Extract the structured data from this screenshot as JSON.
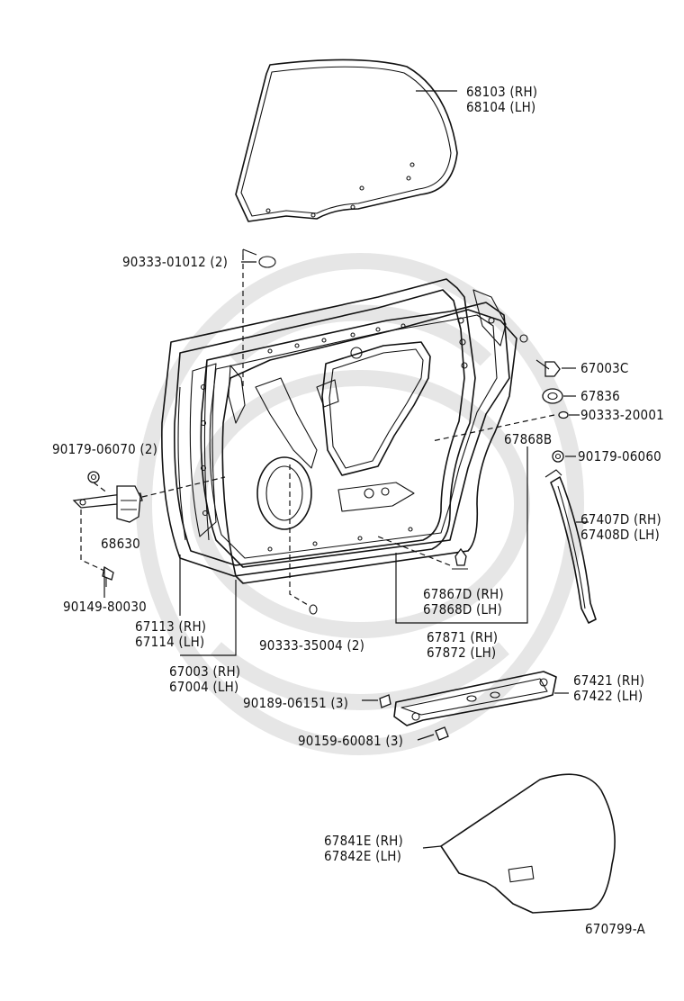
{
  "diagram": {
    "drawing_code": "670799-A",
    "parts": {
      "glass": [
        "68103 (RH)",
        "68104 (LH)"
      ],
      "plug_top": "90333-01012 (2)",
      "plug_right": "90333-20001",
      "grommet": "67003C",
      "seal_ring": "67836",
      "weatherstrip_b": "67868B",
      "nut_right": "90179-06060",
      "nut_left": "90179-06070 (2)",
      "check": "68630",
      "bolt_check": "90149-80030",
      "hinge_weather": [
        "67113 (RH)",
        "67114 (LH)"
      ],
      "door_panel": [
        "67003 (RH)",
        "67004 (LH)"
      ],
      "plug_bottom": "90333-35004 (2)",
      "clip": [
        "67867D (RH)",
        "67868D (LH)"
      ],
      "weatherstrip": [
        "67871 (RH)",
        "67872 (LH)"
      ],
      "rail": [
        "67407D (RH)",
        "67408D (LH)"
      ],
      "bracket": [
        "67421 (RH)",
        "67422 (LH)"
      ],
      "bolt_a": "90189-06151 (3)",
      "bolt_b": "90159-60081 (3)",
      "cover": [
        "67841E (RH)",
        "67842E (LH)"
      ]
    }
  }
}
